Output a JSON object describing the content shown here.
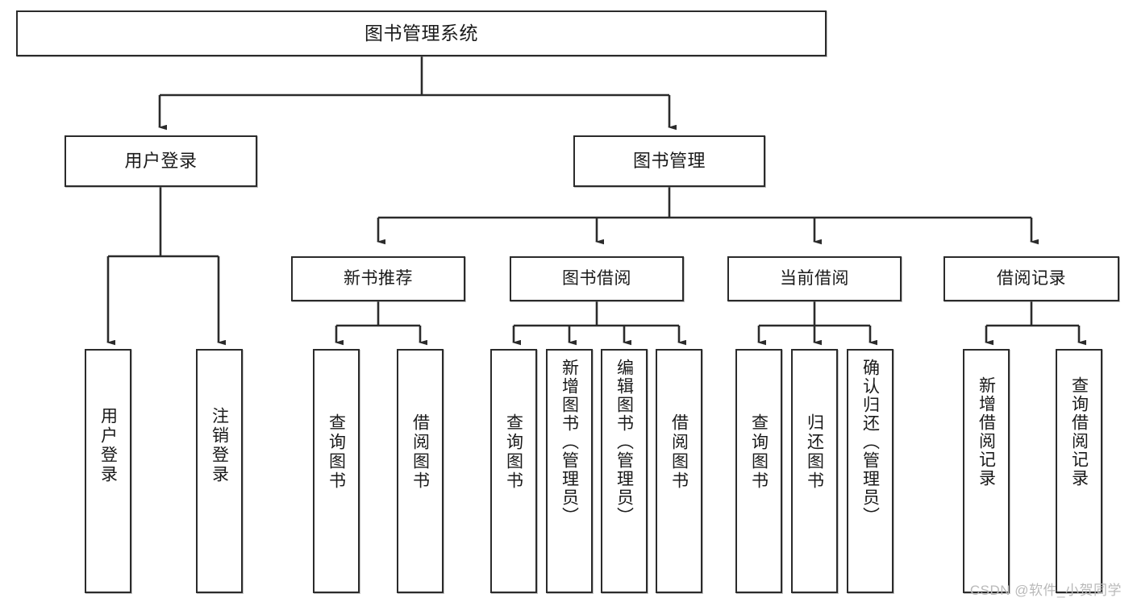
{
  "diagram": {
    "title": "图书管理系统",
    "type": "functional-structure-tree",
    "root": {
      "label": "图书管理系统"
    },
    "level1": [
      {
        "label": "用户登录"
      },
      {
        "label": "图书管理"
      }
    ],
    "level2": [
      {
        "label": "新书推荐"
      },
      {
        "label": "图书借阅"
      },
      {
        "label": "当前借阅"
      },
      {
        "label": "借阅记录"
      }
    ],
    "leaves": {
      "user_login": [
        {
          "label": "用户登录"
        },
        {
          "label": "注销登录"
        }
      ],
      "new_book_recommend": [
        {
          "label": "查询图书"
        },
        {
          "label": "借阅图书"
        }
      ],
      "book_borrow": [
        {
          "label": "查询图书"
        },
        {
          "label": "新增图书（管理员）"
        },
        {
          "label": "编辑图书（管理员）"
        },
        {
          "label": "借阅图书"
        }
      ],
      "current_borrow": [
        {
          "label": "查询图书"
        },
        {
          "label": "归还图书"
        },
        {
          "label": "确认归还（管理员）"
        }
      ],
      "borrow_record": [
        {
          "label": "新增借阅记录"
        },
        {
          "label": "查询借阅记录"
        }
      ]
    }
  },
  "watermark": {
    "text": "CSDN @软件_小贺同学"
  },
  "colors": {
    "border": "#2b2b2b",
    "background": "#ffffff",
    "text": "#1a1a1a",
    "watermark": "#b9b9b9"
  }
}
